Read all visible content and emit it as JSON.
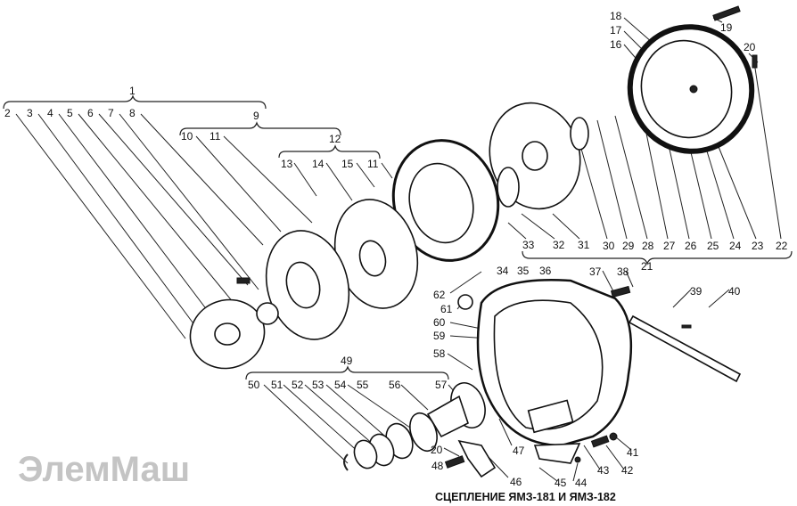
{
  "title": "СЦЕПЛЕНИЕ ЯМЗ-181 И ЯМЗ-182",
  "watermark": "ЭлемМаш",
  "labels": {
    "l1": "1",
    "l2": "2",
    "l3": "3",
    "l4": "4",
    "l5": "5",
    "l6": "6",
    "l7": "7",
    "l8": "8",
    "l9": "9",
    "l10": "10",
    "l11a": "11",
    "l11b": "11",
    "l12": "12",
    "l13": "13",
    "l14": "14",
    "l15": "15",
    "l16": "16",
    "l17": "17",
    "l18": "18",
    "l19": "19",
    "l20a": "20",
    "l20b": "20",
    "l21": "21",
    "l22": "22",
    "l23": "23",
    "l24": "24",
    "l25": "25",
    "l26": "26",
    "l27": "27",
    "l28": "28",
    "l29": "29",
    "l30": "30",
    "l31": "31",
    "l32": "32",
    "l33": "33",
    "l34": "34",
    "l35": "35",
    "l36": "36",
    "l37": "37",
    "l38": "38",
    "l39": "39",
    "l40": "40",
    "l41": "41",
    "l42": "42",
    "l43": "43",
    "l44": "44",
    "l45": "45",
    "l46": "46",
    "l47": "47",
    "l48": "48",
    "l49": "49",
    "l50": "50",
    "l51": "51",
    "l52": "52",
    "l53": "53",
    "l54": "54",
    "l55": "55",
    "l56": "56",
    "l57": "57",
    "l58": "58",
    "l59": "59",
    "l60": "60",
    "l61": "61",
    "l62": "62"
  }
}
